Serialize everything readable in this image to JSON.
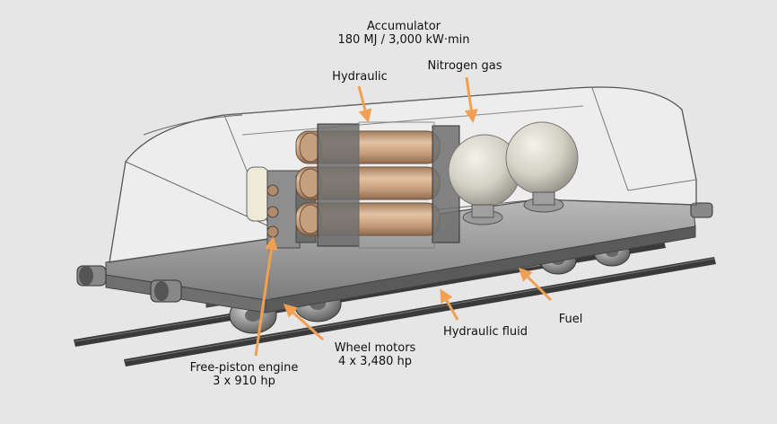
{
  "labels": {
    "accumulator": {
      "title": "Accumulator",
      "spec": "180 MJ / 3,000 kW·min"
    },
    "hydraulic": {
      "title": "Hydraulic"
    },
    "nitrogen_gas": {
      "title": "Nitrogen gas"
    },
    "fuel": {
      "title": "Fuel"
    },
    "hydraulic_fluid": {
      "title": "Hydraulic fluid"
    },
    "wheel_motors": {
      "title": "Wheel motors",
      "spec": "4 x 3,480 hp"
    },
    "free_piston_engine": {
      "title": "Free-piston engine",
      "spec": "3 x 910 hp"
    }
  },
  "colors": {
    "background": "#e6e6e6",
    "arrow": "#f0a050",
    "cylinder": "#c9a483",
    "sphere": "#d6d3c8",
    "rail": "#3a3a3a",
    "deck": "#8c8c8c"
  }
}
